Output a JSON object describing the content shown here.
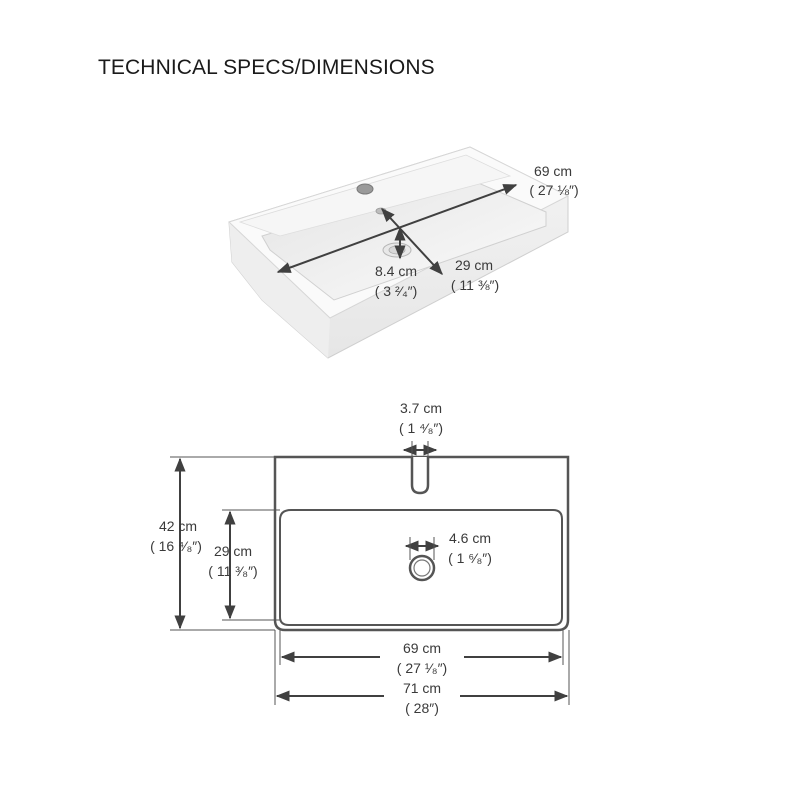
{
  "page": {
    "title": "TECHNICAL SPECS/DIMENSIONS"
  },
  "colors": {
    "line": "#404040",
    "text": "#3a3a3a",
    "basin_shadow": "#d9d9d9"
  },
  "perspective_view": {
    "width_metric": "69 cm",
    "width_imperial": "( 27 ⅛″)",
    "depth_metric": "29 cm",
    "depth_imperial": "( 11 ⅜″)",
    "tap_to_drain_metric": "8.4 cm",
    "tap_to_drain_imperial": "( 3 ²⁄₄″)"
  },
  "top_view": {
    "tap_hole_metric": "3.7 cm",
    "tap_hole_imperial": "( 1 ⁴⁄₈″)",
    "overall_depth_metric": "42 cm",
    "overall_depth_imperial": "( 16 ⁴⁄₈″)",
    "bowl_depth_metric": "29 cm",
    "bowl_depth_imperial": "( 11 ³⁄₈″)",
    "drain_metric": "4.6 cm",
    "drain_imperial": "( 1 ⁶⁄₈″)",
    "bowl_width_metric": "69 cm",
    "bowl_width_imperial": "( 27 ¹⁄₈″)",
    "overall_width_metric": "71 cm",
    "overall_width_imperial": "( 28″)"
  }
}
